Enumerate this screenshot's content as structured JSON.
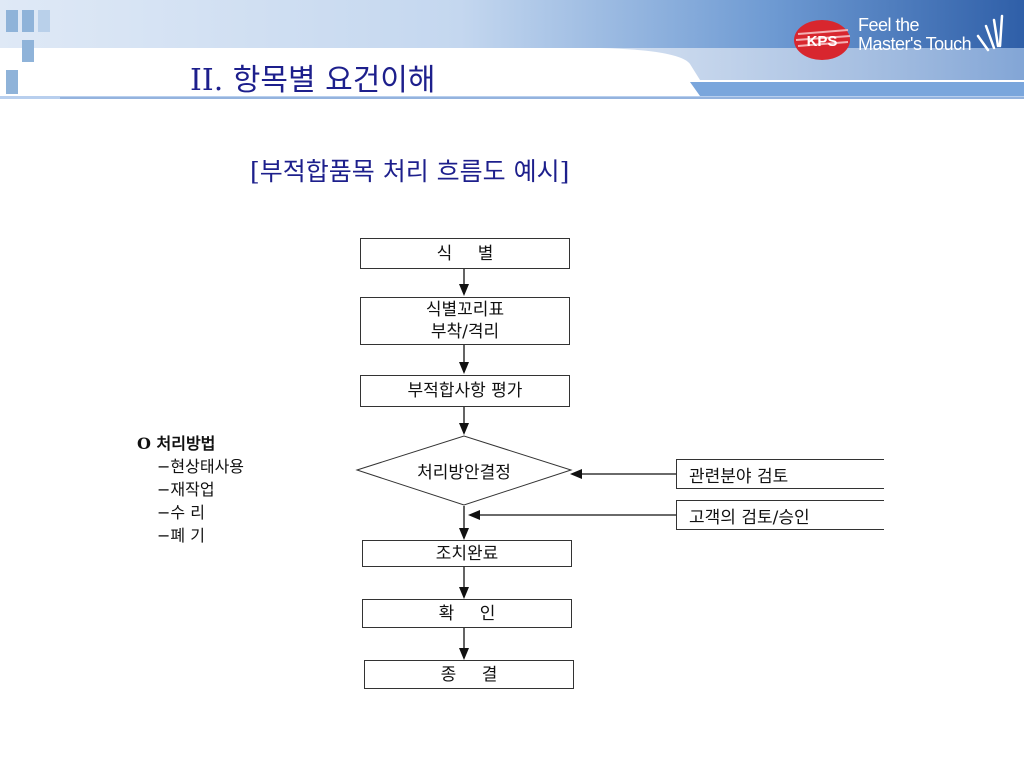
{
  "header": {
    "title": "II. 항목별 요건이해",
    "logo": {
      "mark_text": "KPS",
      "tagline_line1": "Feel the",
      "tagline_line2": "Master's Touch"
    },
    "colors": {
      "band_dark": "#3f6fb4",
      "band_light": "#a9c6ea",
      "title": "#1d1f8c",
      "logo_red": "#d8262e"
    }
  },
  "diagram": {
    "title": "[부적합품목 처리 흐름도 예시]",
    "steps": {
      "identify": "식 별",
      "tag": "식별꼬리표\n부착/격리",
      "evaluate": "부적합사항 평가",
      "decide": "처리방안결정",
      "complete": "조치완료",
      "confirm": "확 인",
      "close": "종 결"
    },
    "inputs": {
      "related_review": "관련분야 검토",
      "customer_review": "고객의 검토/승인"
    }
  },
  "methods": {
    "heading": "O 처리방법",
    "items": [
      "−현상태사용",
      "−재작업",
      "−수 리",
      "−폐 기"
    ]
  }
}
